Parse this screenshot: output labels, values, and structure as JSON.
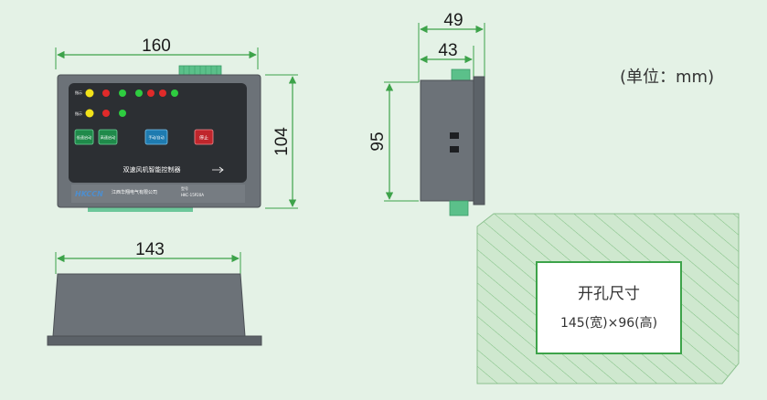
{
  "dimensions": {
    "front_width": "160",
    "front_height": "104",
    "side_depth_total": "49",
    "side_depth_body": "43",
    "side_height": "95",
    "bottom_width": "143"
  },
  "unit_label": "(单位：mm)",
  "cutout": {
    "title": "开孔尺寸",
    "size": "145(宽)×96(高)"
  },
  "panel": {
    "title": "双速风机智能控制器",
    "company": "江西华翔电气有限公司",
    "logo": "HKCCN",
    "model_label": "型号",
    "model_value": "HKC-15P20A",
    "buttons": {
      "emergency_low": "低速启动",
      "emergency_high": "高速启动",
      "manual_auto": "手动/自动",
      "stop": "停止"
    }
  },
  "colors": {
    "background": "#e4f2e6",
    "device_body": "#6c7278",
    "panel_face": "#2c2f33",
    "dimension_line": "#3da34a",
    "hatch": "#9ccf9e",
    "led_green": "#2ecc40",
    "led_red": "#e02a2a",
    "led_yellow": "#f2e21a",
    "button_green": "#1f8a4a",
    "button_blue": "#1e7bb0",
    "button_red": "#c0262c"
  }
}
